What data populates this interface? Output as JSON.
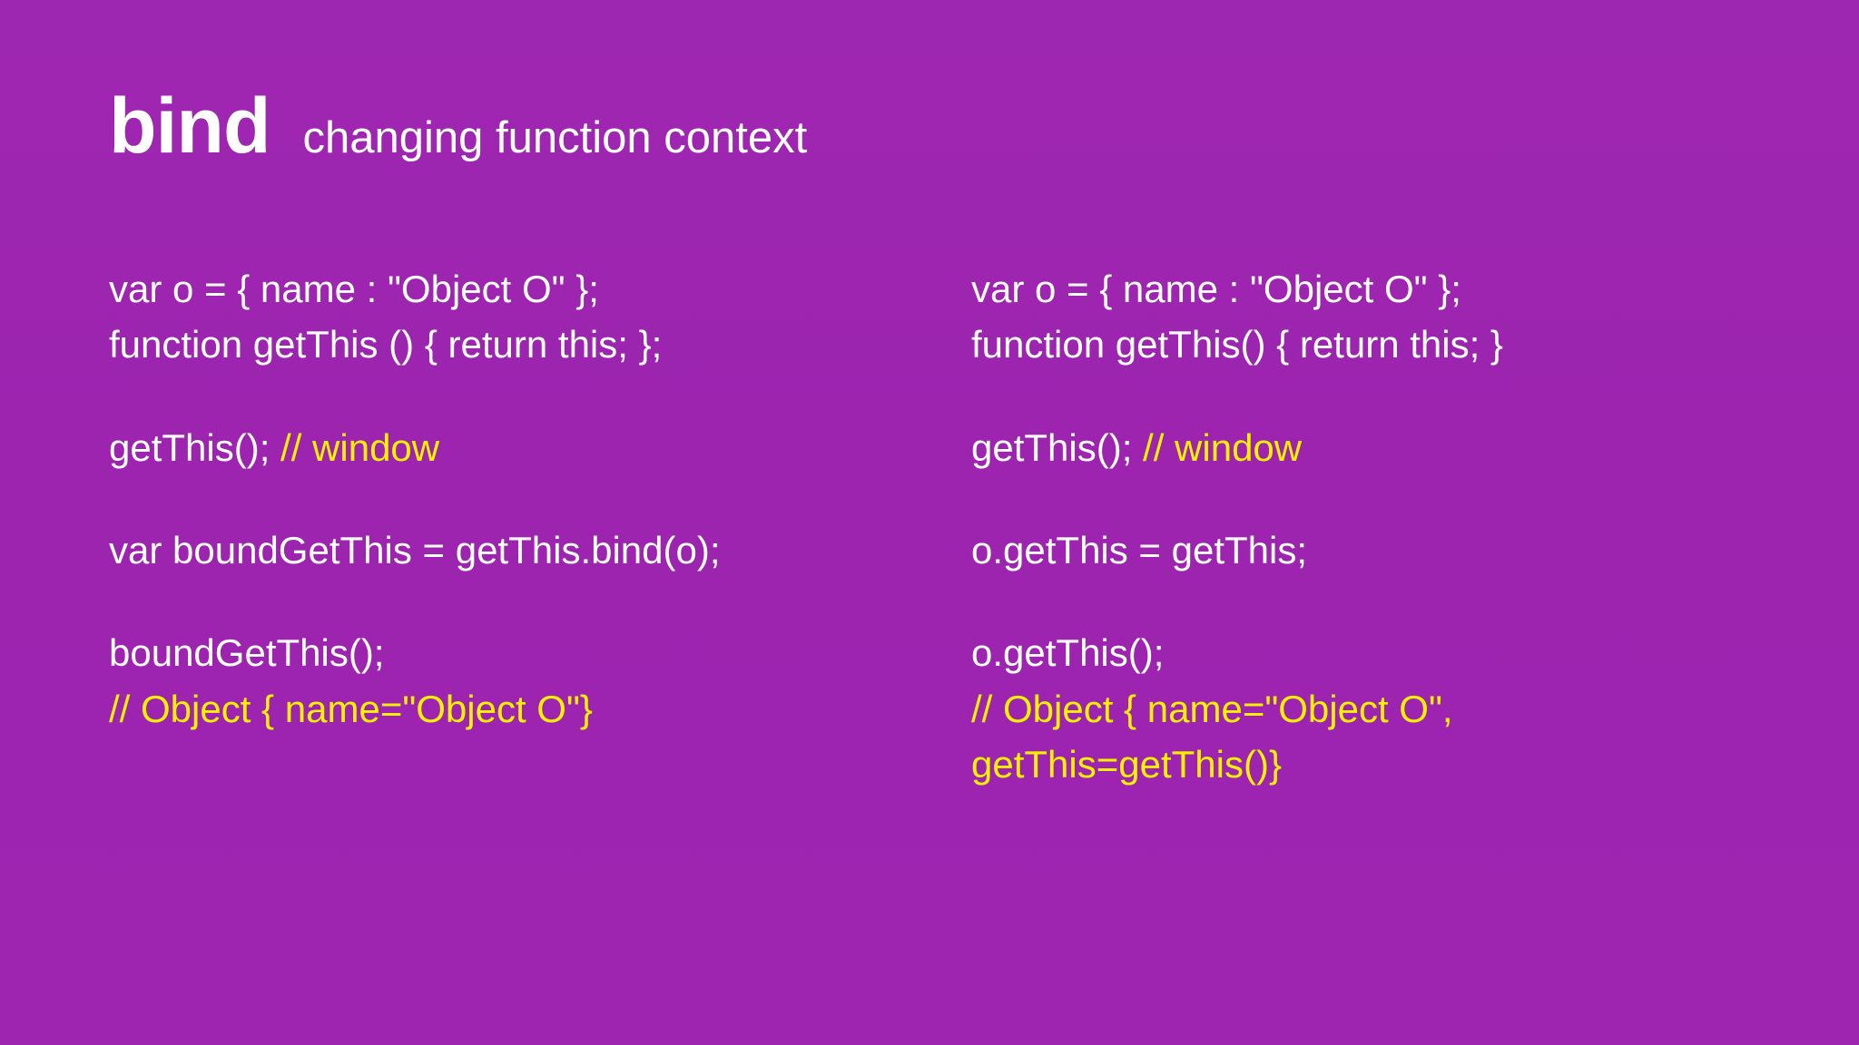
{
  "slide": {
    "background_color": "#9D25B0",
    "text_color": "#FFFFFF",
    "comment_color": "#FFF200"
  },
  "title": {
    "main": "bind",
    "subtitle": "changing function context"
  },
  "left_column": {
    "block1": {
      "line1": "var o = { name : \"Object O\" };",
      "line2": "function getThis () { return this; };"
    },
    "block2": {
      "code": "getThis(); ",
      "comment": "// window"
    },
    "block3": {
      "line1": "var boundGetThis = getThis.bind(o);"
    },
    "block4": {
      "line1": "boundGetThis();",
      "comment": "// Object { name=\"Object O\"}"
    }
  },
  "right_column": {
    "block1": {
      "line1": "var o = { name : \"Object O\" };",
      "line2": "function getThis() { return this; }"
    },
    "block2": {
      "code": "getThis(); ",
      "comment": "// window"
    },
    "block3": {
      "line1": "o.getThis = getThis;"
    },
    "block4": {
      "line1": "o.getThis();",
      "comment": "// Object { name=\"Object O\", getThis=getThis()}"
    }
  }
}
